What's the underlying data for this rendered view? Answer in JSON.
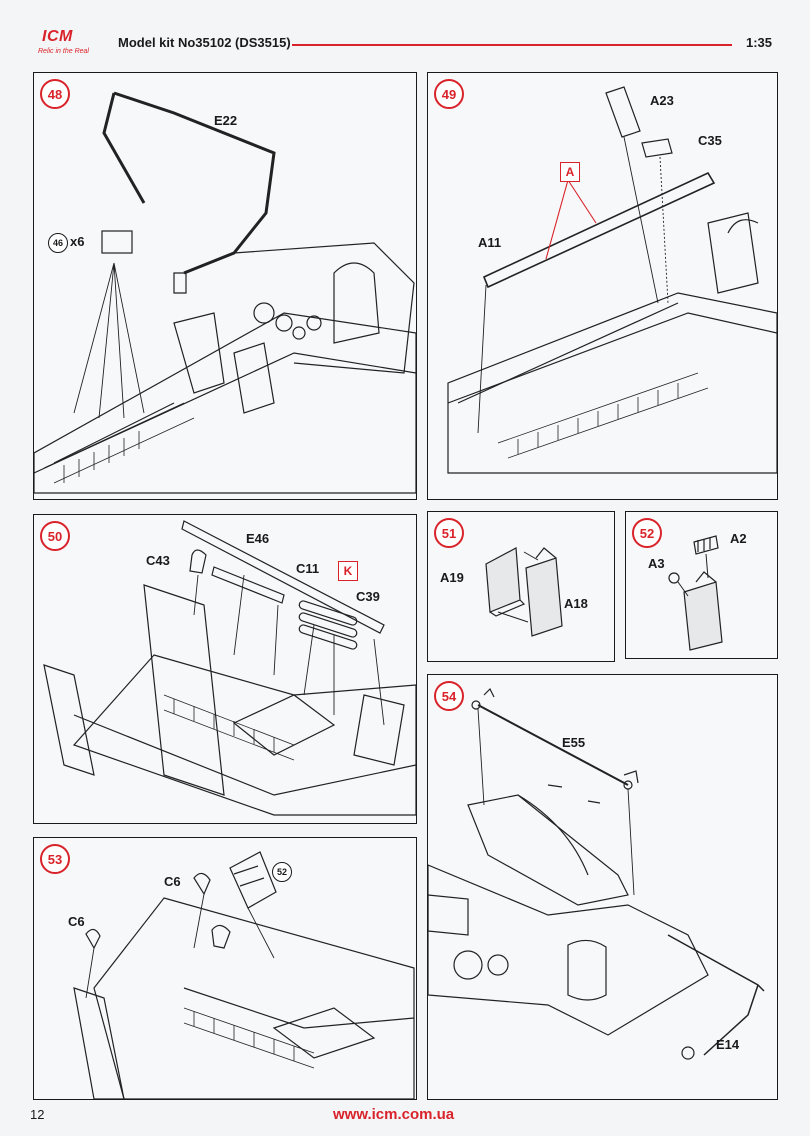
{
  "header": {
    "logo_text": "ICM",
    "logo_tagline": "Relic in the Real",
    "kit_title": "Model kit No35102 (DS3515)",
    "scale": "1:35"
  },
  "steps": {
    "s48": {
      "number": "48",
      "parts": [
        "E22"
      ],
      "ref_step": "46",
      "multiplier": "x6"
    },
    "s49": {
      "number": "49",
      "parts": [
        "A23",
        "C35",
        "A11"
      ],
      "ref_letter": "A"
    },
    "s50": {
      "number": "50",
      "parts": [
        "E46",
        "C43",
        "C11",
        "C39"
      ],
      "ref_letter": "K"
    },
    "s51": {
      "number": "51",
      "parts": [
        "A19",
        "A18"
      ]
    },
    "s52": {
      "number": "52",
      "parts": [
        "A2",
        "A3"
      ]
    },
    "s53": {
      "number": "53",
      "parts": [
        "C6",
        "C6"
      ],
      "ref_step": "52"
    },
    "s54": {
      "number": "54",
      "parts": [
        "E55",
        "E14"
      ]
    }
  },
  "footer": {
    "page_number": "12",
    "url": "www.icm.com.ua"
  },
  "colors": {
    "accent": "#d9232a",
    "line": "#1a1a1a",
    "paper": "#f4f5f7"
  }
}
